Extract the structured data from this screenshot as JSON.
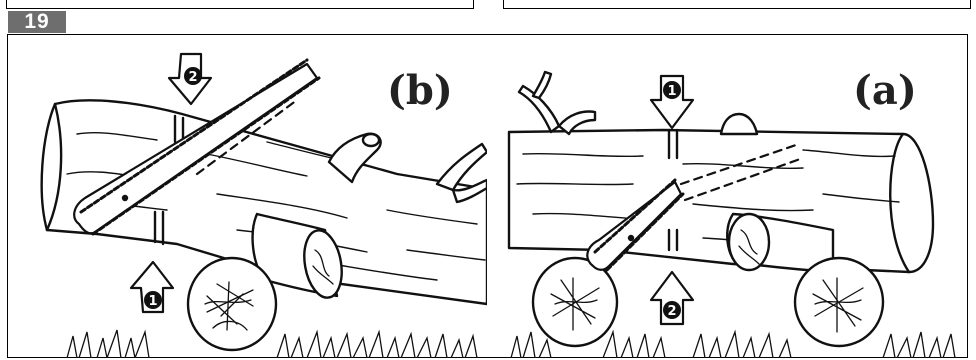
{
  "figure": {
    "number": "19"
  },
  "panels": [
    {
      "label": "(b)",
      "steps": [
        {
          "number": "2",
          "direction": "down",
          "meaning": "second cut from top"
        },
        {
          "number": "1",
          "direction": "up",
          "meaning": "first cut from below"
        }
      ]
    },
    {
      "label": "(a)",
      "steps": [
        {
          "number": "1",
          "direction": "down",
          "meaning": "first cut from top"
        },
        {
          "number": "2",
          "direction": "up",
          "meaning": "second cut from below"
        }
      ]
    }
  ],
  "icons": [
    "chainsaw-bar-icon",
    "log-icon",
    "support-log-icon",
    "grass-icon",
    "arrow-down-icon",
    "arrow-up-icon"
  ]
}
